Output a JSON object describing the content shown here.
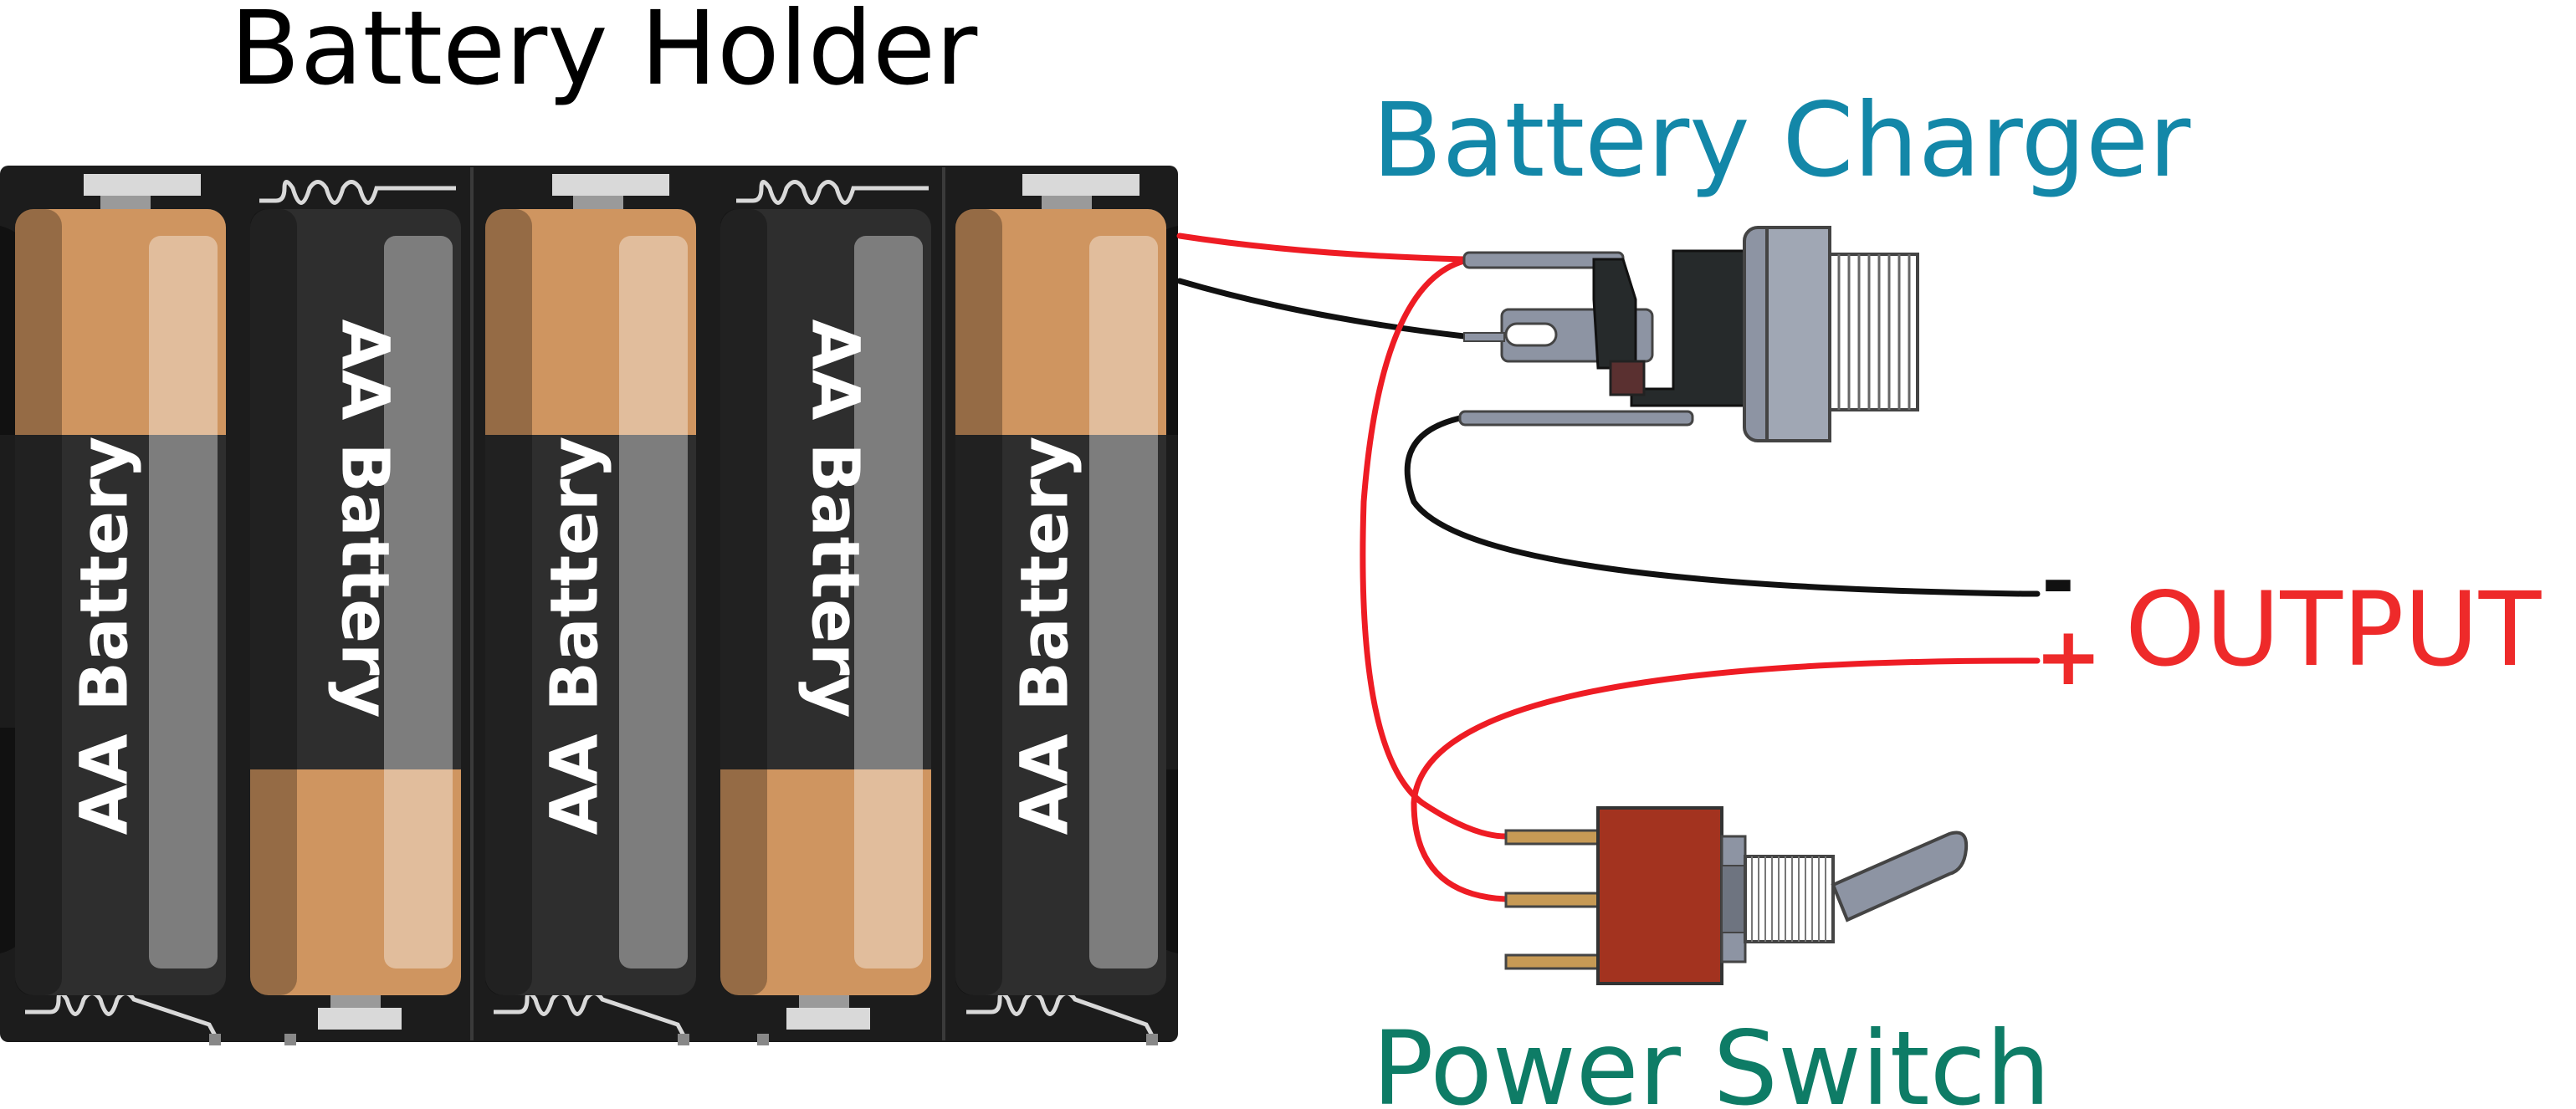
{
  "labels": {
    "battery_holder": "Battery Holder",
    "battery_charger": "Battery Charger",
    "power_switch": "Power Switch",
    "output": "OUTPUT",
    "minus": "-",
    "plus": "+"
  },
  "batteries": [
    {
      "label": "AA Battery",
      "orientation": "up"
    },
    {
      "label": "AA Battery",
      "orientation": "down"
    },
    {
      "label": "AA Battery",
      "orientation": "up"
    },
    {
      "label": "AA Battery",
      "orientation": "down"
    },
    {
      "label": "AA Battery",
      "orientation": "up"
    }
  ],
  "colors": {
    "battery_holder_title": "#000000",
    "battery_charger_title": "#1387a8",
    "power_switch_title": "#0e7c66",
    "output_text": "#ee2a2a",
    "wire_positive": "#ee1c24",
    "wire_negative": "#111111",
    "holder_body": "#1c1c1c",
    "battery_copper": "#cf9560",
    "battery_black": "#2e2e2e",
    "switch_body": "#a3331f"
  }
}
